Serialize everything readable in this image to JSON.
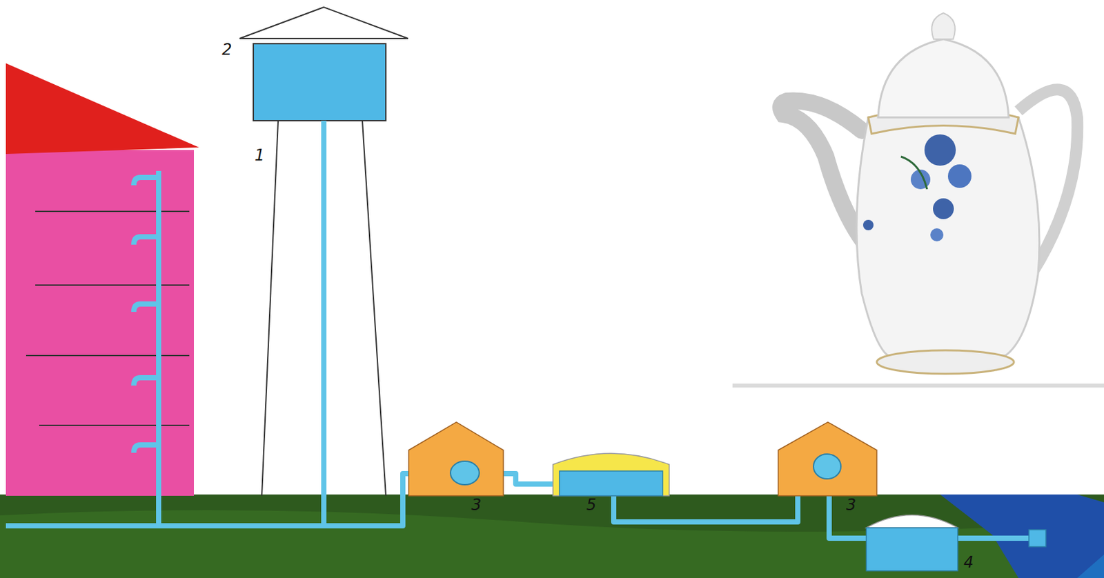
{
  "diagram": {
    "labels": [
      "2",
      "1",
      "3",
      "5",
      "3",
      "4"
    ]
  }
}
